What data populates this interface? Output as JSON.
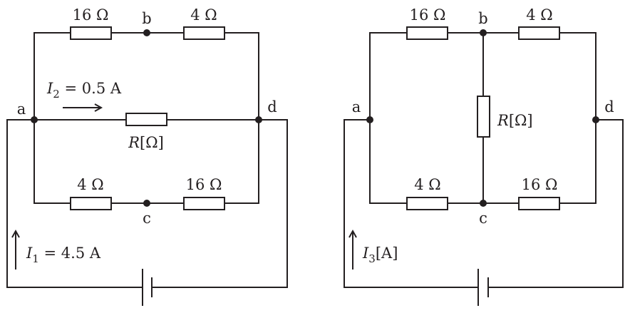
{
  "circuit1": {
    "resistor_top_left": "16 Ω",
    "resistor_top_right": "4 Ω",
    "resistor_bottom_left": "4 Ω",
    "resistor_bottom_right": "16 Ω",
    "resistor_middle_symbol": "R",
    "resistor_middle_unit": "[Ω]",
    "node_a": "a",
    "node_b": "b",
    "node_c": "c",
    "node_d": "d",
    "current_2_symbol": "I",
    "current_2_sub": "2",
    "current_2_value": " = 0.5 A",
    "current_1_symbol": "I",
    "current_1_sub": "1",
    "current_1_value": " = 4.5 A"
  },
  "circuit2": {
    "resistor_top_left": "16 Ω",
    "resistor_top_right": "4 Ω",
    "resistor_bottom_left": "4 Ω",
    "resistor_bottom_right": "16 Ω",
    "resistor_middle_symbol": "R",
    "resistor_middle_unit": "[Ω]",
    "node_a": "a",
    "node_b": "b",
    "node_c": "c",
    "node_d": "d",
    "current_3_symbol": "I",
    "current_3_sub": "3",
    "current_3_unit": "[A]"
  }
}
